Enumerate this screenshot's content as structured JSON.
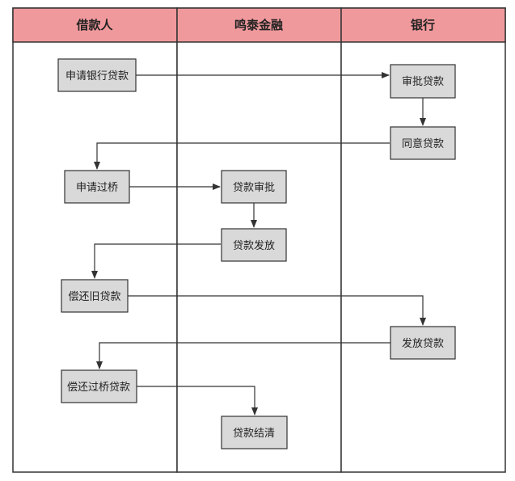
{
  "colors": {
    "header_fill": "#f0999c",
    "box_fill": "#d9d9d9",
    "line": "#333333",
    "background": "#ffffff"
  },
  "lanes": [
    {
      "title": "借款人"
    },
    {
      "title": "鸣泰金融"
    },
    {
      "title": "银行"
    }
  ],
  "steps": {
    "apply_bank_loan": "申请银行贷款",
    "approve_loan": "审批贷款",
    "agree_loan": "同意贷款",
    "apply_bridge": "申请过桥",
    "loan_review": "贷款审批",
    "loan_disburse": "贷款发放",
    "repay_old_loan": "偿还旧贷款",
    "issue_loan": "发放贷款",
    "repay_bridge_loan": "偿还过桥贷款",
    "loan_settle": "贷款结清"
  }
}
